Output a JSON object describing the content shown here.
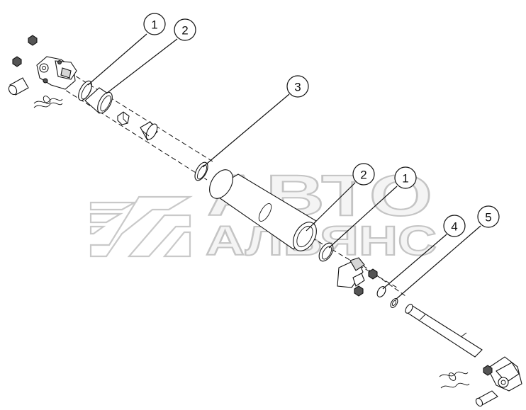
{
  "watermark": {
    "line1": "АВТО",
    "line2": "АЛЬЯНС"
  },
  "callouts": [
    {
      "id": "c1a",
      "number": "1"
    },
    {
      "id": "c2a",
      "number": "2"
    },
    {
      "id": "c3",
      "number": "3"
    },
    {
      "id": "c2b",
      "number": "2"
    },
    {
      "id": "c1b",
      "number": "1"
    },
    {
      "id": "c4",
      "number": "4"
    },
    {
      "id": "c5",
      "number": "5"
    }
  ]
}
